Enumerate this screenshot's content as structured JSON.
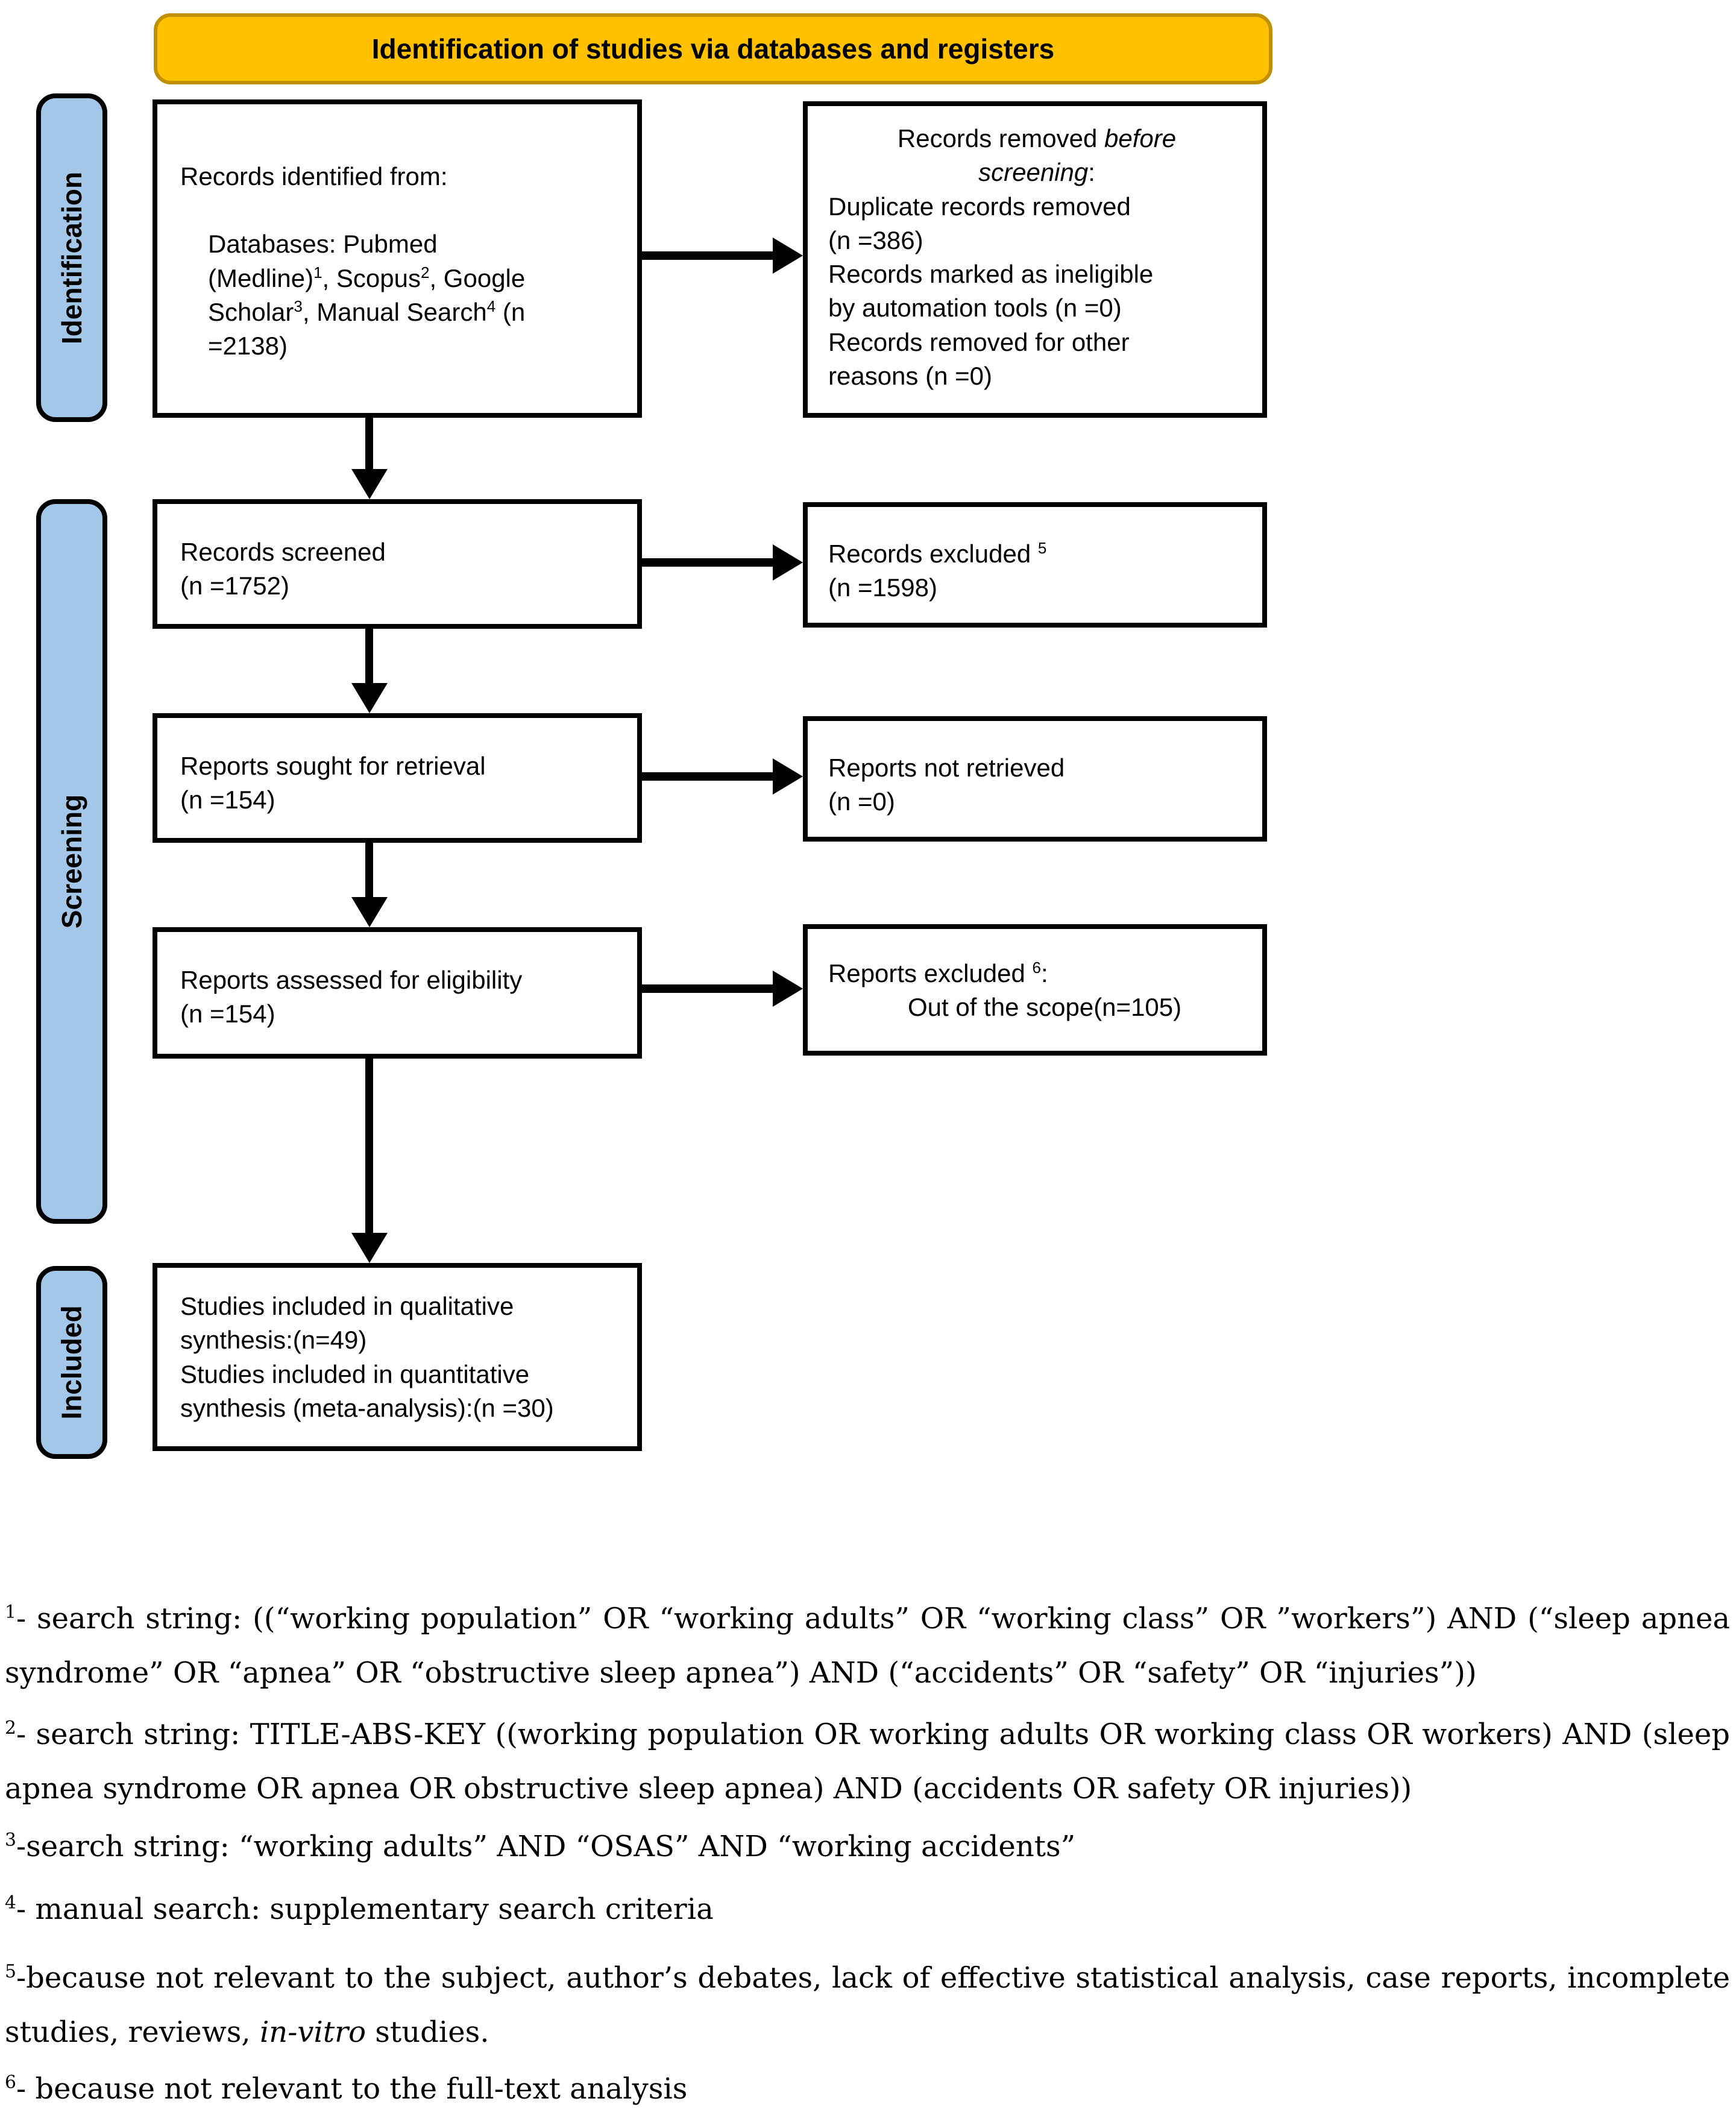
{
  "header": {
    "title": "Identification of studies via databases and registers"
  },
  "stages": {
    "identification": "Identification",
    "screening": "Screening",
    "included": "Included"
  },
  "flow": {
    "records_identified": {
      "intro": "Records identified from:",
      "detail_runs": [
        {
          "t": "Databases: Pubmed\n(Medline)"
        },
        {
          "t": "1",
          "sup": true
        },
        {
          "t": ", Scopus"
        },
        {
          "t": "2",
          "sup": true
        },
        {
          "t": ", Google\nScholar"
        },
        {
          "t": "3",
          "sup": true
        },
        {
          "t": ", Manual Search"
        },
        {
          "t": "4",
          "sup": true
        },
        {
          "t": " (n\n=2138)"
        }
      ]
    },
    "records_removed": {
      "title_runs": [
        {
          "t": "Records removed "
        },
        {
          "t": "before\nscreening",
          "i": true
        },
        {
          "t": ":"
        }
      ],
      "items": "Duplicate records removed\n(n =386)\nRecords marked as ineligible\nby automation tools (n =0)\nRecords removed for other\nreasons (n =0)"
    },
    "records_screened": {
      "text": "Records screened\n(n =1752)"
    },
    "records_excluded": {
      "runs": [
        {
          "t": "Records excluded "
        },
        {
          "t": "5",
          "sup": true
        },
        {
          "t": "\n(n =1598)"
        }
      ]
    },
    "reports_sought": {
      "text": "Reports sought for retrieval\n(n =154)"
    },
    "reports_not_retrieved": {
      "text": "Reports not retrieved\n(n =0)"
    },
    "reports_assessed": {
      "text": "Reports assessed for eligibility\n(n =154)"
    },
    "reports_excluded": {
      "line1_runs": [
        {
          "t": "Reports excluded "
        },
        {
          "t": "6",
          "sup": true
        },
        {
          "t": ":"
        }
      ],
      "line2": "Out of the scope(n=105)"
    },
    "studies_included": {
      "text": "Studies included in qualitative\nsynthesis:(n=49)\nStudies included in quantitative\nsynthesis (meta-analysis):(n =30)"
    }
  },
  "footnotes": [
    {
      "runs": [
        {
          "t": "1",
          "sup": true
        },
        {
          "t": "- search string: ((“working population” OR “working adults” OR “working class” OR ”workers”) AND (“sleep apnea syndrome” OR “apnea” OR “obstructive sleep apnea”) AND (“accidents” OR “safety” OR “injuries”))"
        }
      ]
    },
    {
      "runs": [
        {
          "t": "2",
          "sup": true
        },
        {
          "t": "- search string: TITLE-ABS-KEY ((working population OR working adults OR working class OR workers) AND (sleep apnea syndrome OR apnea OR obstructive sleep apnea) AND (accidents OR safety OR injuries))"
        }
      ]
    },
    {
      "runs": [
        {
          "t": "3",
          "sup": true
        },
        {
          "t": "-search string: “working adults” AND “OSAS” AND “working accidents”"
        }
      ]
    },
    {
      "runs": [
        {
          "t": "4",
          "sup": true
        },
        {
          "t": "- manual search: supplementary search criteria"
        }
      ]
    },
    {
      "runs": [
        {
          "t": "5",
          "sup": true
        },
        {
          "t": "-because not relevant to the subject, author’s debates, lack of effective statistical analysis, case reports, incomplete studies, reviews, "
        },
        {
          "t": "in-vitro",
          "i": true
        },
        {
          "t": " studies."
        }
      ]
    },
    {
      "runs": [
        {
          "t": "6",
          "sup": true
        },
        {
          "t": "- because not relevant to the full-text analysis"
        }
      ]
    }
  ],
  "colors": {
    "header_bg": "#FFC000",
    "header_border": "#BF9000",
    "stage_fill": "#A4C7E9",
    "box_border": "#000000",
    "arrow": "#000000"
  }
}
